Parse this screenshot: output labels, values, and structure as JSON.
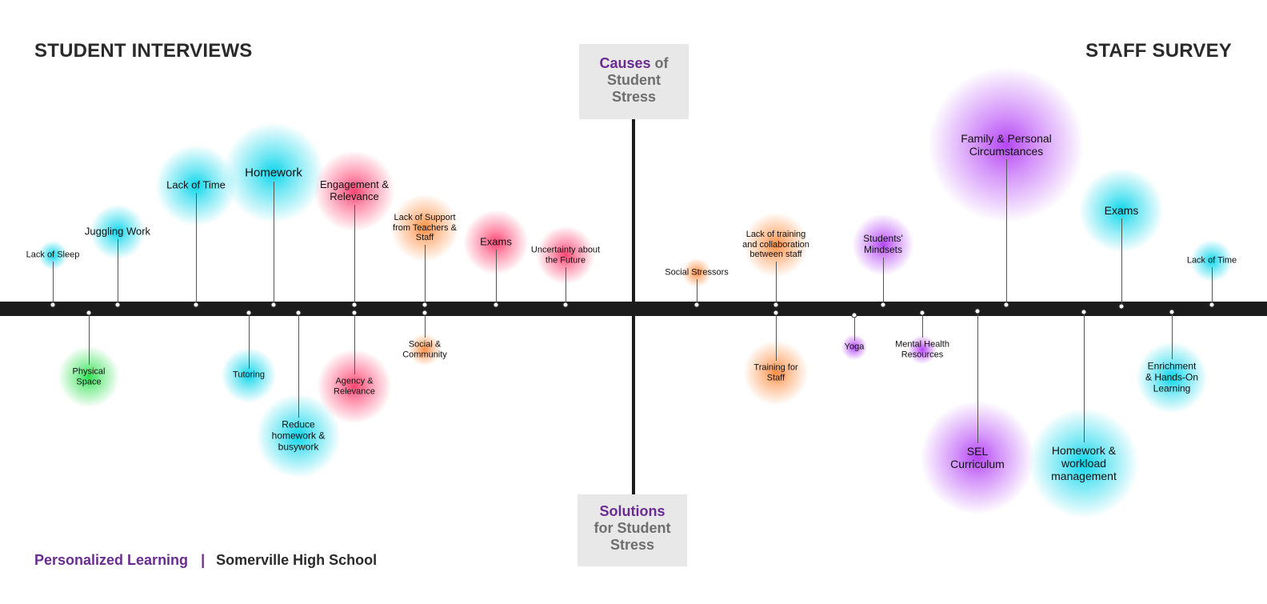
{
  "headings": {
    "left": "STUDENT INTERVIEWS",
    "right": "STAFF SURVEY"
  },
  "causes_box": {
    "accent": "Causes",
    "rest1": " of",
    "line2": "Student",
    "line3": "Stress"
  },
  "solutions_box": {
    "accent": "Solutions",
    "line2": "for Student",
    "line3": "Stress"
  },
  "footer": {
    "brand": "Personalized Learning",
    "separator": "|",
    "school": "Somerville High School"
  },
  "colors": {
    "cyan": "#00d4ea",
    "pink": "#ff3b6b",
    "orange": "#ff8a3c",
    "purple": "#b13cf5",
    "green": "#27e04a",
    "accent": "#6a2c91",
    "axis": "#1c1c1c"
  },
  "nodes": [
    {
      "label": "Lack of Sleep",
      "side": "cause",
      "color": "cyan",
      "size": "xs"
    },
    {
      "label": "Juggling Work",
      "side": "cause",
      "color": "cyan",
      "size": "s"
    },
    {
      "label": "Lack of Time",
      "side": "cause",
      "color": "cyan",
      "size": "m"
    },
    {
      "label": "Homework",
      "side": "cause",
      "color": "cyan",
      "size": "l"
    },
    {
      "label": "Engagement &\nRelevance",
      "side": "cause",
      "color": "pink",
      "size": "m"
    },
    {
      "label": "Lack of Support\nfrom Teachers &\nStaff",
      "side": "cause",
      "color": "orange",
      "size": "s"
    },
    {
      "label": "Exams",
      "side": "cause",
      "color": "pink",
      "size": "s"
    },
    {
      "label": "Uncertainty about\nthe Future",
      "side": "cause",
      "color": "pink",
      "size": "xs"
    },
    {
      "label": "Physical\nSpace",
      "side": "solution",
      "color": "green",
      "size": "s"
    },
    {
      "label": "Tutoring",
      "side": "solution",
      "color": "cyan",
      "size": "s"
    },
    {
      "label": "Reduce\nhomework &\nbusywork",
      "side": "solution",
      "color": "cyan",
      "size": "m"
    },
    {
      "label": "Agency &\nRelevance",
      "side": "solution",
      "color": "pink",
      "size": "m"
    },
    {
      "label": "Social &\nCommunity",
      "side": "solution",
      "color": "orange",
      "size": "xs"
    },
    {
      "label": "Social Stressors",
      "side": "cause",
      "color": "orange",
      "size": "xs"
    },
    {
      "label": "Lack of training\nand collaboration\nbetween staff",
      "side": "cause",
      "color": "orange",
      "size": "s"
    },
    {
      "label": "Students'\nMindsets",
      "side": "cause",
      "color": "purple",
      "size": "s"
    },
    {
      "label": "Family & Personal\nCircumstances",
      "side": "cause",
      "color": "purple",
      "size": "xl"
    },
    {
      "label": "Exams",
      "side": "cause",
      "color": "cyan",
      "size": "m"
    },
    {
      "label": "Lack of Time",
      "side": "cause",
      "color": "cyan",
      "size": "xs"
    },
    {
      "label": "Training for\nStaff",
      "side": "solution",
      "color": "orange",
      "size": "s"
    },
    {
      "label": "Yoga",
      "side": "solution",
      "color": "purple",
      "size": "xs"
    },
    {
      "label": "Mental Health\nResources",
      "side": "solution",
      "color": "purple",
      "size": "xs"
    },
    {
      "label": "SEL\nCurriculum",
      "side": "solution",
      "color": "purple",
      "size": "l"
    },
    {
      "label": "Homework &\nworkload\nmanagement",
      "side": "solution",
      "color": "cyan",
      "size": "l"
    },
    {
      "label": "Enrichment\n& Hands-On\nLearning",
      "side": "solution",
      "color": "cyan",
      "size": "s"
    }
  ]
}
